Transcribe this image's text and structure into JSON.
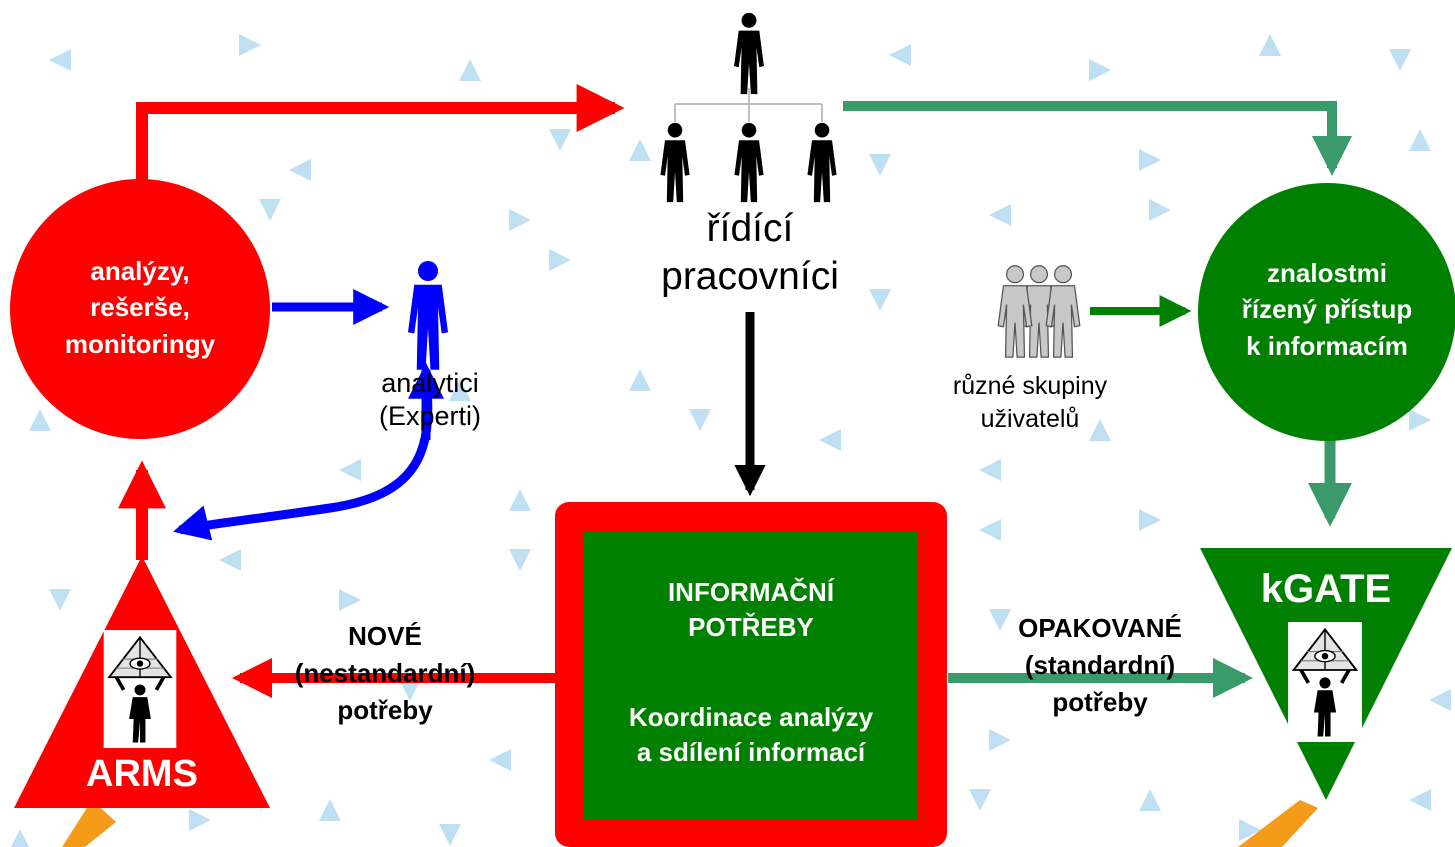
{
  "colors": {
    "red": "#ff0000",
    "green": "#008000",
    "teal_green": "#3a9a6a",
    "blue": "#0000ff",
    "deco_triangle": "#bfe0f2",
    "orange": "#f59b1a",
    "black": "#000000",
    "gray_figure": "#c8c8c8"
  },
  "nodes": {
    "managers": {
      "line1": "řídící",
      "line2": "pracovníci"
    },
    "analyses_circle": {
      "line1": "analýzy,",
      "line2": "rešerše,",
      "line3": "monitoringy"
    },
    "analysts": {
      "line1": "analytici",
      "line2": "(Experti)"
    },
    "users": {
      "line1": "různé skupiny",
      "line2": "uživatelů"
    },
    "knowledge_circle": {
      "line1": "znalostmi",
      "line2": "řízený přístup",
      "line3": "k informacím"
    },
    "center_box": {
      "title1": "INFORMAČNÍ",
      "title2": "POTŘEBY",
      "sub1": "Koordinace analýzy",
      "sub2": "a sdílení informací"
    },
    "arms": {
      "label": "ARMS"
    },
    "kgate": {
      "label": "kGATE"
    }
  },
  "edges": {
    "new_needs": {
      "line1": "NOVÉ",
      "line2": "(nestandardní)",
      "line3": "potřeby"
    },
    "repeated_needs": {
      "line1": "OPAKOVANÉ",
      "line2": "(standardní)",
      "line3": "potřeby"
    }
  },
  "icons": {
    "person": "person-icon",
    "person_group": "person-group-icon",
    "pyramid_logo": "pyramid-eye-logo-icon"
  }
}
